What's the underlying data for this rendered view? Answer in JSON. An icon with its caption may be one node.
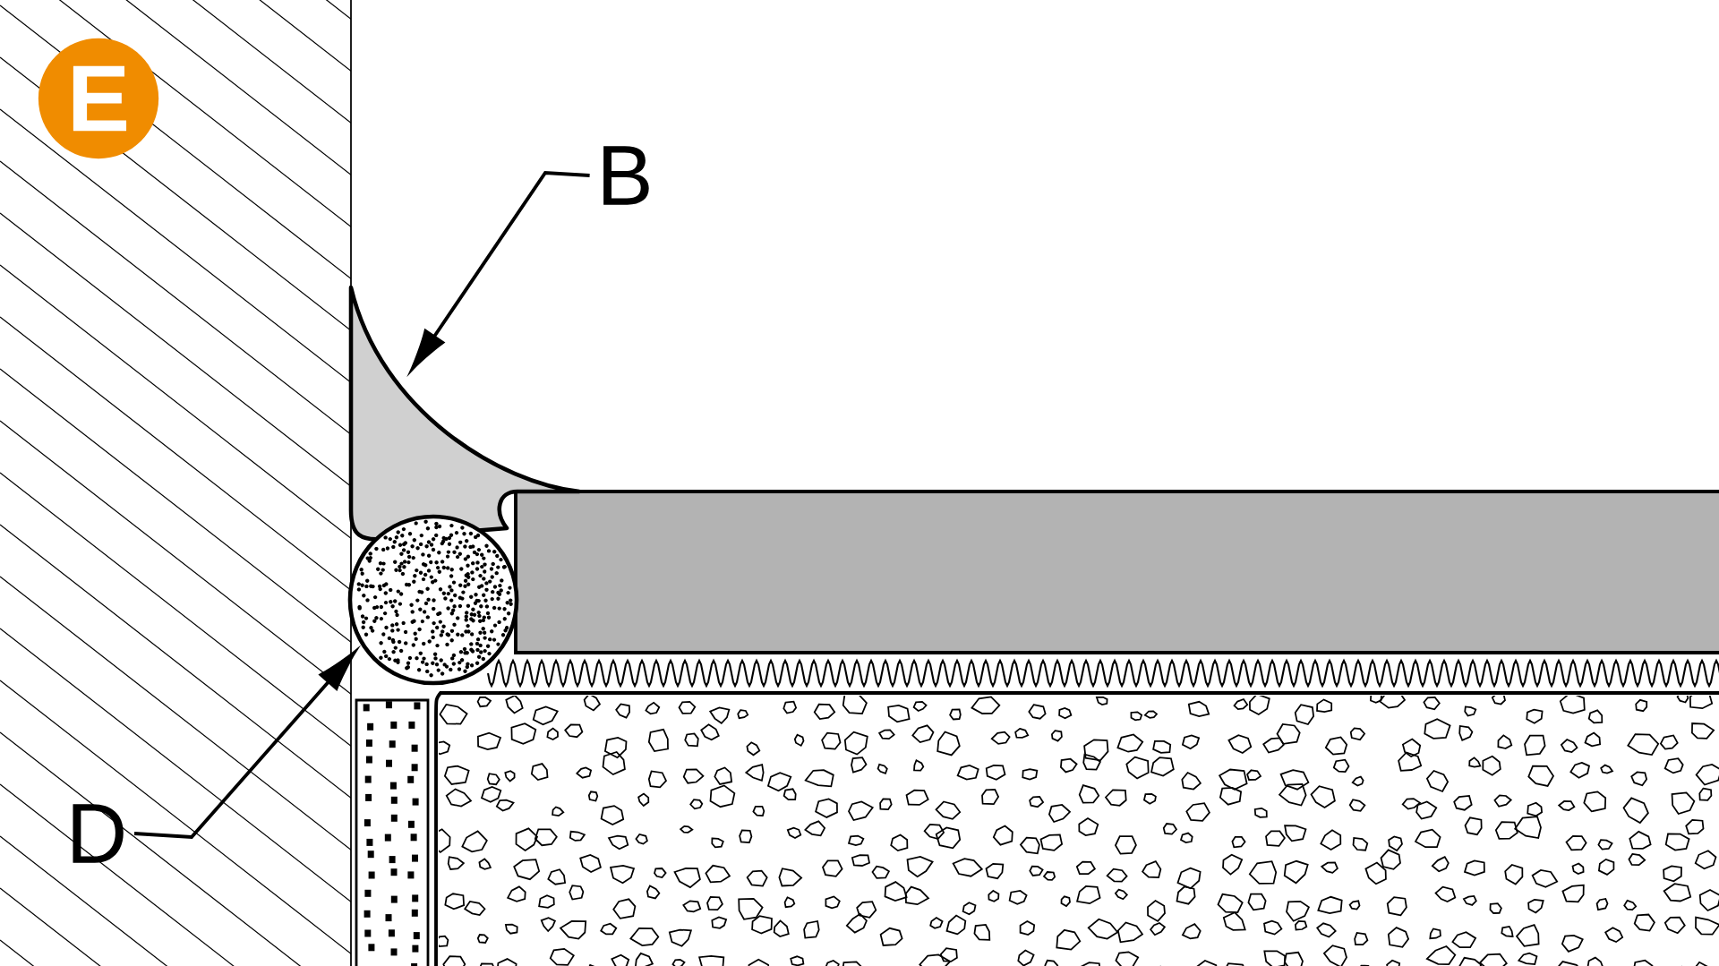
{
  "diagram": {
    "nodes": [
      {
        "text": [
          "E"
        ]
      },
      {
        "text": [
          "B"
        ]
      },
      {
        "text": [],
        "shape": "picture"
      },
      {
        "text": [
          "D"
        ]
      },
      {
        "text": [],
        "shape": "circle"
      }
    ],
    "edges": [
      {
        "from": 1,
        "to": 2,
        "arrow": "to"
      },
      {
        "from": 3,
        "to": 4,
        "arrow": "to"
      }
    ]
  }
}
